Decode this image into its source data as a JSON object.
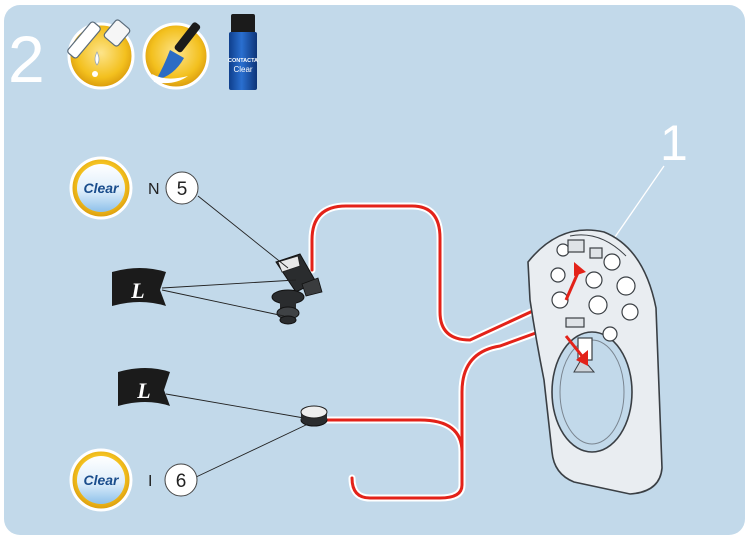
{
  "step": {
    "number": "2"
  },
  "tube": {
    "brand": "CONTACTA",
    "label": "Clear"
  },
  "part": {
    "number": "1"
  },
  "callouts": [
    {
      "paint_badge": "Clear",
      "letter": "N",
      "number": "5"
    },
    {
      "paint_badge": "Clear",
      "letter": "I",
      "number": "6"
    }
  ],
  "flags": [
    {
      "label": "L"
    },
    {
      "label": "L"
    }
  ],
  "colors": {
    "background": "#c2d9ea",
    "guide_line": "#e32219",
    "badge_gold": "#f3c01e",
    "flag": "#1b1b1b"
  },
  "icons": [
    "glue-applicator-icon",
    "paint-brush-icon",
    "glue-tube-icon"
  ]
}
